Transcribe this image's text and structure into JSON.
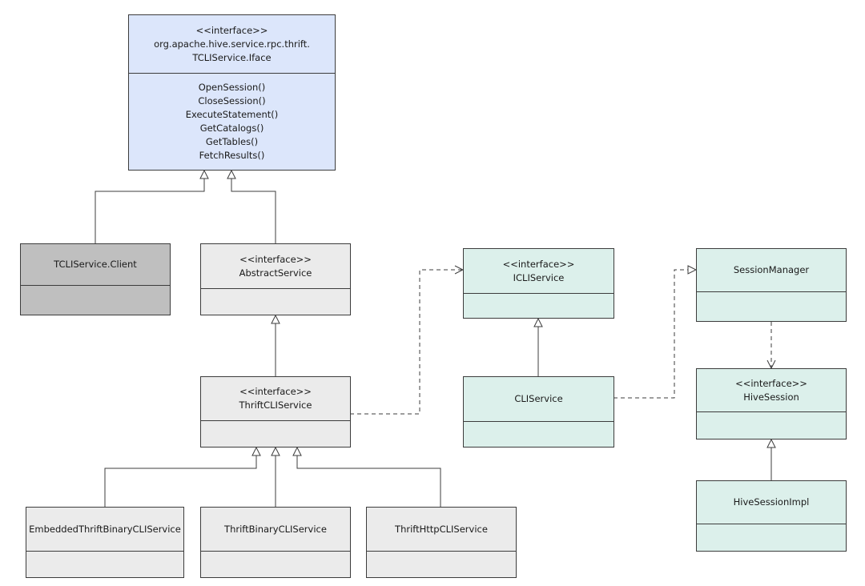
{
  "classes": {
    "iface": {
      "stereotype": "<<interface>>",
      "name_line1": "org.apache.hive.service.rpc.thrift.",
      "name_line2": "TCLIService.Iface",
      "methods": [
        "OpenSession()",
        "CloseSession()",
        "ExecuteStatement()",
        "GetCatalogs()",
        "GetTables()",
        "FetchResults()"
      ]
    },
    "client": {
      "name": "TCLIService.Client"
    },
    "abstract_service": {
      "stereotype": "<<interface>>",
      "name": "AbstractService"
    },
    "thrift_cli_service": {
      "stereotype": "<<interface>>",
      "name": "ThriftCLIService"
    },
    "embedded": {
      "name": "EmbeddedThriftBinaryCLIService"
    },
    "binary": {
      "name": "ThriftBinaryCLIService"
    },
    "http": {
      "name": "ThriftHttpCLIService"
    },
    "icli_service": {
      "stereotype": "<<interface>>",
      "name": "ICLIService"
    },
    "cli_service": {
      "name": "CLIService"
    },
    "session_manager": {
      "name": "SessionManager"
    },
    "hive_session": {
      "stereotype": "<<interface>>",
      "name": "HiveSession"
    },
    "hive_session_impl": {
      "name": "HiveSessionImpl"
    }
  },
  "colors": {
    "interface_fill": "#dce6fb",
    "service_fill": "#ebebeb",
    "client_fill": "#bfbfbf",
    "cli_fill": "#dcf0eb",
    "line": "#3c3c3c"
  }
}
